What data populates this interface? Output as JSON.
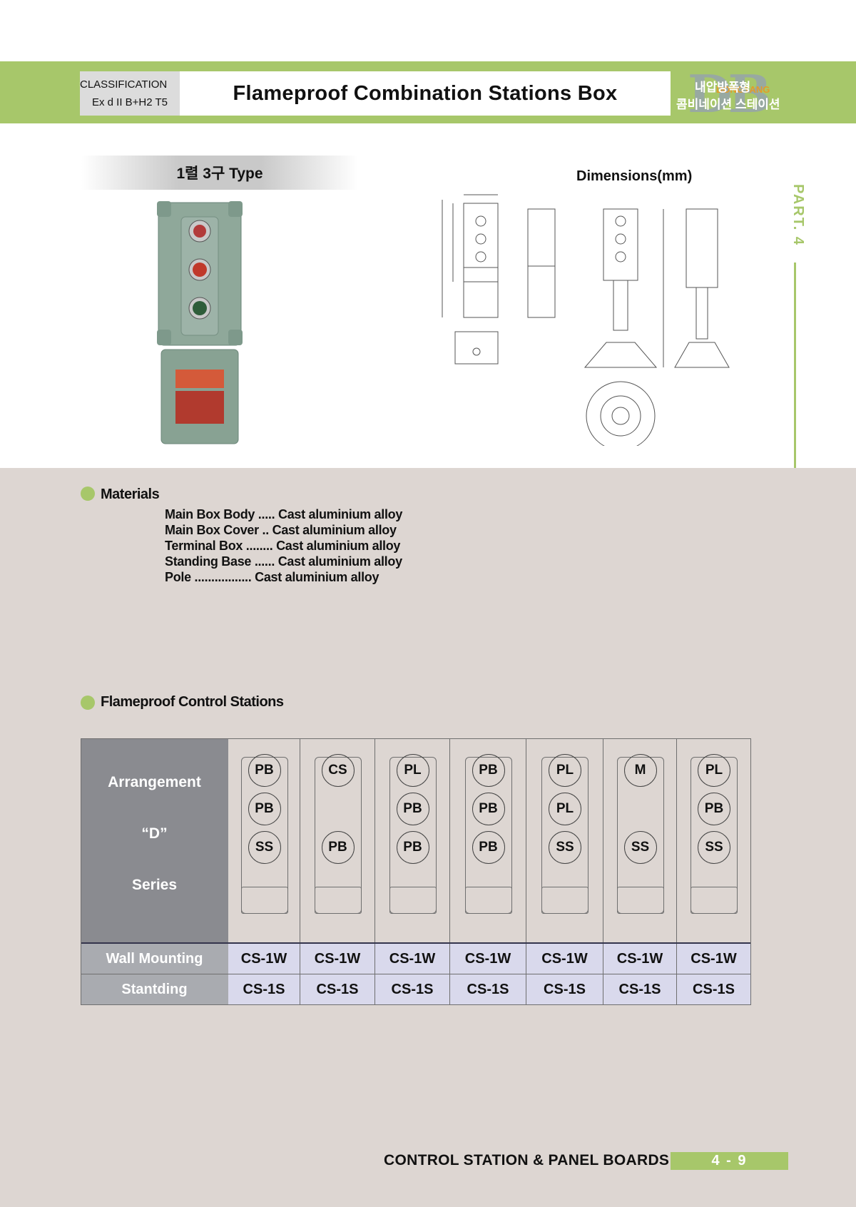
{
  "header": {
    "classification_label": "CLASSIFICATION",
    "classification_value": "Ex d II B+H2 T5",
    "title": "Flameproof Combination Stations Box",
    "logo_text_1": "내압방폭형",
    "logo_text_2": "콤비네이션 스테이션",
    "logo_brand": "DONGYANG"
  },
  "side_tab": {
    "label": "PART. 4"
  },
  "product": {
    "type_label": "1렬 3구 Type",
    "dimensions_title": "Dimensions(mm)"
  },
  "materials": {
    "title": "Materials",
    "items": [
      "Main Box Body ..... Cast aluminium alloy",
      "Main Box Cover .. Cast aluminium alloy",
      "Terminal Box ........ Cast aluminium alloy",
      "Standing Base ...... Cast aluminium alloy",
      "Pole ................. Cast aluminium alloy"
    ]
  },
  "control_stations": {
    "title": "Flameproof Control Stations",
    "header_lines": [
      "Arrangement",
      "“D”",
      "Series"
    ],
    "arrangements": [
      [
        "PB",
        "PB",
        "SS"
      ],
      [
        "CS",
        "",
        "PB"
      ],
      [
        "PL",
        "PB",
        "PB"
      ],
      [
        "PB",
        "PB",
        "PB"
      ],
      [
        "PL",
        "PL",
        "SS"
      ],
      [
        "M",
        "",
        "SS"
      ],
      [
        "PL",
        "PB",
        "SS"
      ]
    ],
    "rows": [
      {
        "label": "Wall Mounting",
        "values": [
          "CS-1W",
          "CS-1W",
          "CS-1W",
          "CS-1W",
          "CS-1W",
          "CS-1W",
          "CS-1W"
        ]
      },
      {
        "label": "Stantding",
        "values": [
          "CS-1S",
          "CS-1S",
          "CS-1S",
          "CS-1S",
          "CS-1S",
          "CS-1S",
          "CS-1S"
        ]
      }
    ]
  },
  "footer": {
    "title": "CONTROL STATION & PANEL BOARDS",
    "page": "4 - 9"
  },
  "colors": {
    "accent_green": "#a7c76a",
    "grey_background": "#ddd6d2",
    "table_header_grey": "#8a8b90",
    "table_cell_lavender": "#d9d9ec"
  }
}
